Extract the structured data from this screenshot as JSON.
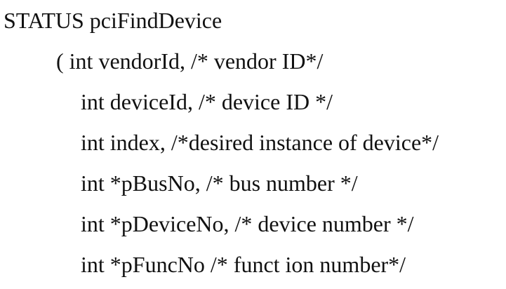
{
  "signature": "STATUS pciFindDevice",
  "params": [
    "( int vendorId, /* vendor ID*/",
    "int deviceId, /* device ID */",
    "int index, /*desired instance of device*/",
    "int *pBusNo, /* bus number */",
    "int *pDeviceNo, /* device number */",
    "int *pFuncNo /* funct ion number*/"
  ]
}
